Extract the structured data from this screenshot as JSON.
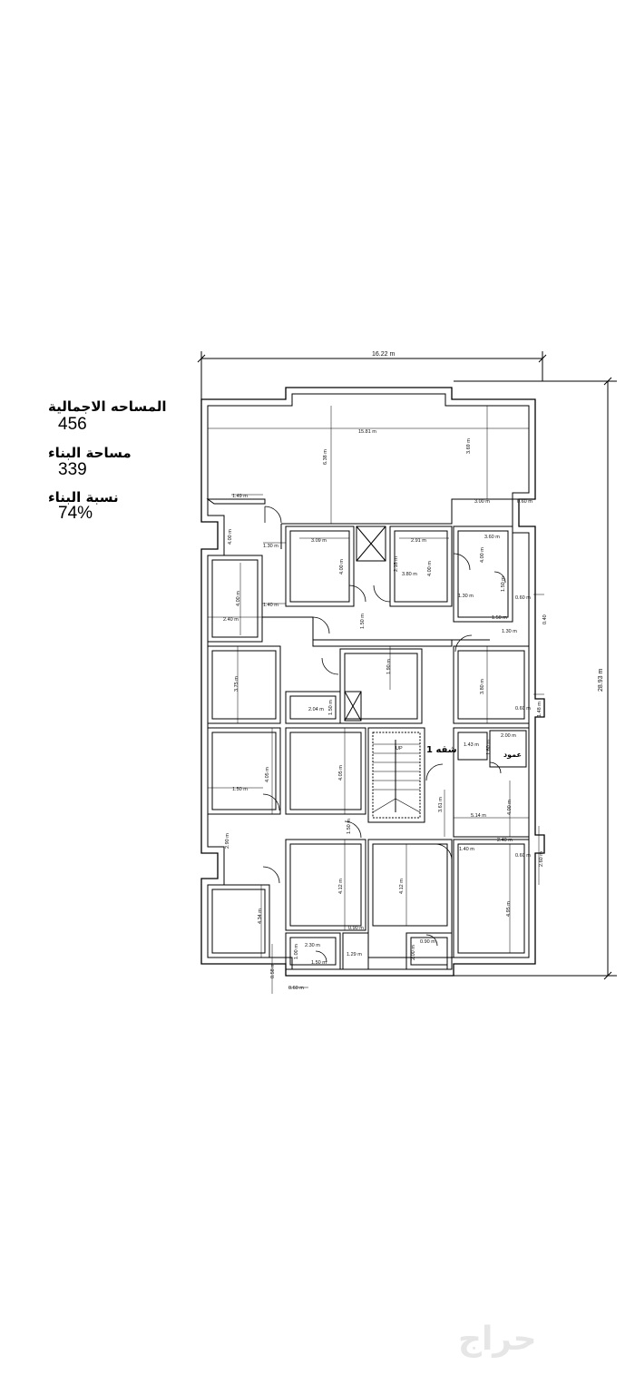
{
  "stats": {
    "total_area_label": "المساحه الاجمالية",
    "total_area_value": "456",
    "building_area_label": "مساحة البناء",
    "building_area_value": "339",
    "building_ratio_label": "نسبة البناء",
    "building_ratio_value": "74%"
  },
  "plan": {
    "overall_width": "16.22 m",
    "overall_height": "28.93 m",
    "apartment_label": "شقه 1",
    "stair_label": "UP",
    "column_label": "عمود",
    "dims": {
      "d_15_81": "15.81 m",
      "d_6_38": "6.38 m",
      "d_3_69": "3.69 m",
      "d_1_49": "1.49 m",
      "d_3_00_a": "3.00 m",
      "d_0_60_a": "0.60 m",
      "d_1_30_a": "1.30 m",
      "d_3_09": "3.09 m",
      "d_2_91": "2.91 m",
      "d_3_60": "3.60 m",
      "d_2_18": "2.18 m",
      "d_4_00_a": "4.00 m",
      "d_4_00_b": "4.00 m",
      "d_3_80": "3.80 m",
      "d_4_00_c": "4.00 m",
      "d_1_30_b": "1.30 m",
      "d_1_50_a": "1.50 m",
      "d_0_60_b": "0.60 m",
      "d_1_40_a": "1.40 m",
      "d_2_40_a": "2.40 m",
      "d_1_50_b": "1.50 m",
      "d_0_40": "0.40",
      "d_1_50_c": "1.50 m",
      "d_1_30_c": "1.30 m",
      "d_3_75": "3.75 m",
      "d_1_90": "1.90 m",
      "d_3_80_b": "3.80 m",
      "d_2_04": "2.04 m",
      "d_1_50_d": "1.50 m",
      "d_0_60_c": "0.60 m",
      "d_1_48": "1.48 m",
      "d_2_00_a": "2.00 m",
      "d_1_43": "1.43 m",
      "d_1_60": "1.60 m",
      "d_4_05": "4.05 m",
      "d_4_05_b": "4.05 m",
      "d_1_50_e": "1.50 m",
      "d_3_61": "3.61 m",
      "d_5_14": "5.14 m",
      "d_4_00_d": "4.00 m",
      "d_1_50_f": "1.50 m",
      "d_2_40_b": "2.40 m",
      "d_1_40_b": "1.40 m",
      "d_0_60_d": "0.60 m",
      "d_2_60": "2.60 m",
      "d_2_90": "2.90 m",
      "d_4_12_a": "4.12 m",
      "d_4_12_b": "4.12 m",
      "d_4_95": "4.95 m",
      "d_4_34": "4.34 m",
      "d_0_90_a": "0.90 m",
      "d_2_30": "2.30 m",
      "d_1_00": "1.00 m",
      "d_1_29": "1.29 m",
      "d_1_50_g": "1.50 m",
      "d_0_90_b": "0.90 m",
      "d_2_00_b": "2.00 m",
      "d_0_58": "0.58 m",
      "d_0_60_e": "0.60 m"
    }
  },
  "watermark": "حراج"
}
